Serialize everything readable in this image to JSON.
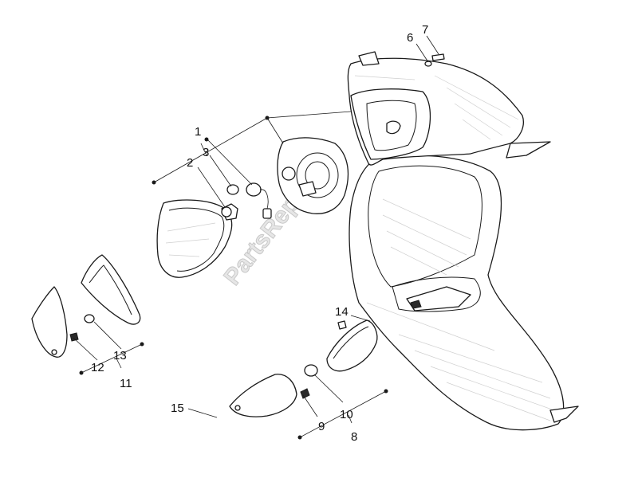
{
  "watermark": "PartsRepublik",
  "callouts": {
    "c1": "1",
    "c2": "2",
    "c3": "3",
    "c6": "6",
    "c7": "7",
    "c8": "8",
    "c9": "9",
    "c10": "10",
    "c11": "11",
    "c12": "12",
    "c13": "13",
    "c14": "14",
    "c15": "15"
  }
}
